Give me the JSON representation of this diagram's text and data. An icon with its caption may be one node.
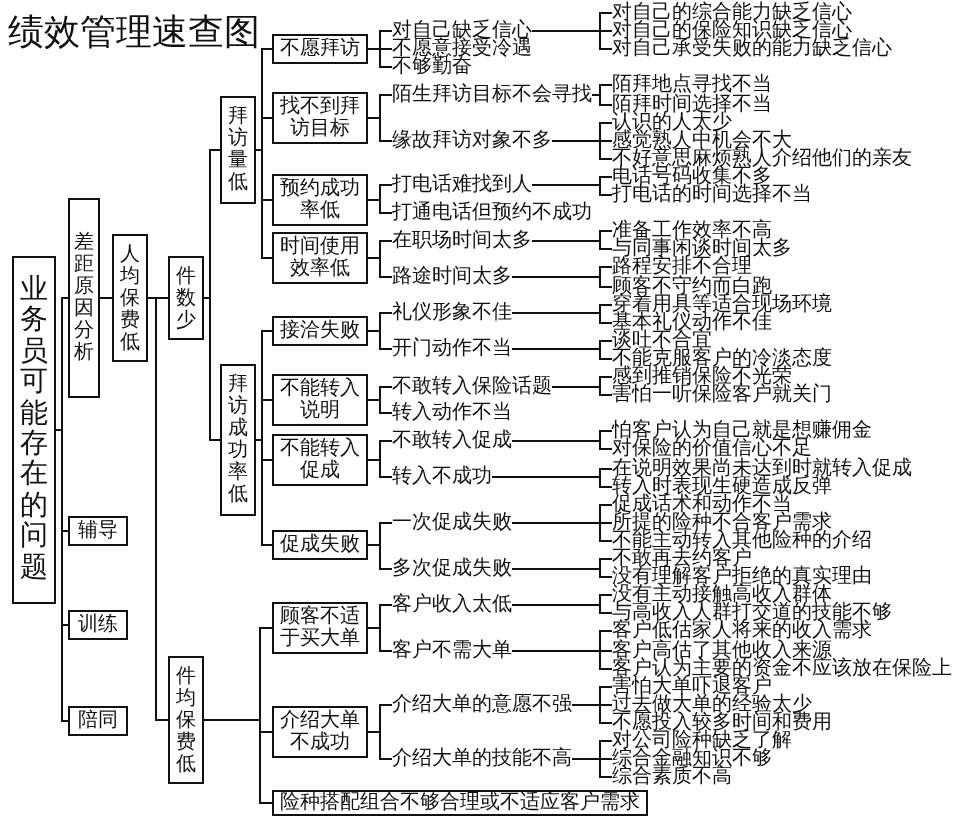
{
  "diagram": {
    "title": "绩效管理速查图",
    "nodes": [
      {
        "text": [
          "业务员可能存在的问题"
        ]
      },
      {
        "text": [
          "差距原因分析"
        ]
      },
      {
        "text": [
          "人均保费低"
        ]
      },
      {
        "text": [
          "件数少"
        ]
      },
      {
        "text": [
          "拜访量低"
        ]
      },
      {
        "text": [
          "不愿拜访"
        ]
      },
      {
        "text": [
          "对自己缺乏信心"
        ]
      },
      {
        "text": [
          "对自己的综合能力缺乏信心"
        ]
      },
      {
        "text": [
          "对自己的保险知识缺乏信心"
        ]
      },
      {
        "text": [
          "对自己承受失败的能力缺乏信心"
        ]
      },
      {
        "text": [
          "不愿意接受冷遇"
        ]
      },
      {
        "text": [
          "不够勤奋"
        ]
      },
      {
        "text": [
          "找不到拜访目标"
        ]
      },
      {
        "text": [
          "陌生拜访目标不会寻找"
        ]
      },
      {
        "text": [
          "陌拜地点寻找不当"
        ]
      },
      {
        "text": [
          "陌拜时间选择不当"
        ]
      },
      {
        "text": [
          "缘故拜访对象不多"
        ]
      },
      {
        "text": [
          "认识的人太少"
        ]
      },
      {
        "text": [
          "感觉熟人中机会不大"
        ]
      },
      {
        "text": [
          "不好意思麻烦熟人介绍他们的亲友"
        ]
      },
      {
        "text": [
          "预约成功率低"
        ]
      },
      {
        "text": [
          "打电话难找到人"
        ]
      },
      {
        "text": [
          "电话号码收集不多"
        ]
      },
      {
        "text": [
          "打电话的时间选择不当"
        ]
      },
      {
        "text": [
          "打通电话但预约不成功"
        ]
      },
      {
        "text": [
          "时间使用效率低"
        ]
      },
      {
        "text": [
          "在职场时间太多"
        ]
      },
      {
        "text": [
          "准备工作效率不高"
        ]
      },
      {
        "text": [
          "与同事闲谈时间太多"
        ]
      },
      {
        "text": [
          "路途时间太多"
        ]
      },
      {
        "text": [
          "路程安排不合理"
        ]
      },
      {
        "text": [
          "顾客不守约而白跑"
        ]
      },
      {
        "text": [
          "拜访成功率低"
        ]
      },
      {
        "text": [
          "接洽失败"
        ]
      },
      {
        "text": [
          "礼仪形象不佳"
        ]
      },
      {
        "text": [
          "穿着用具等适合现场环境"
        ]
      },
      {
        "text": [
          "基本礼仪动作不佳"
        ]
      },
      {
        "text": [
          "开门动作不当"
        ]
      },
      {
        "text": [
          "谈吐不合宜"
        ]
      },
      {
        "text": [
          "不能克服客户的冷淡态度"
        ]
      },
      {
        "text": [
          "不能转入说明"
        ]
      },
      {
        "text": [
          "不敢转入保险话题"
        ]
      },
      {
        "text": [
          "感到推销保险不光荣"
        ]
      },
      {
        "text": [
          "害怕一听保险客户就关门"
        ]
      },
      {
        "text": [
          "转入动作不当"
        ]
      },
      {
        "text": [
          "不能转入促成"
        ]
      },
      {
        "text": [
          "不敢转入促成"
        ]
      },
      {
        "text": [
          "怕客户认为自己就是想赚佣金"
        ]
      },
      {
        "text": [
          "对保险的价值信心不足"
        ]
      },
      {
        "text": [
          "转入不成功"
        ]
      },
      {
        "text": [
          "在说明效果尚未达到时就转入促成"
        ]
      },
      {
        "text": [
          "转入时表现生硬造成反弹"
        ]
      },
      {
        "text": [
          "促成失败"
        ]
      },
      {
        "text": [
          "一次促成失败"
        ]
      },
      {
        "text": [
          "促成话术和动作不当"
        ]
      },
      {
        "text": [
          "所提的险种不合客户需求"
        ]
      },
      {
        "text": [
          "不能主动转入其他险种的介绍"
        ]
      },
      {
        "text": [
          "多次促成失败"
        ]
      },
      {
        "text": [
          "不敢再去约客户"
        ]
      },
      {
        "text": [
          "没有理解客户拒绝的真实理由"
        ]
      },
      {
        "text": [
          "件均保费低"
        ]
      },
      {
        "text": [
          "顾客不适于买大单"
        ]
      },
      {
        "text": [
          "客户收入太低"
        ]
      },
      {
        "text": [
          "没有主动接触高收入群体"
        ]
      },
      {
        "text": [
          "与高收入人群打交道的技能不够"
        ]
      },
      {
        "text": [
          "客户不需大单"
        ]
      },
      {
        "text": [
          "客户低估家人将来的收入需求"
        ]
      },
      {
        "text": [
          "客户高估了其他收入来源"
        ]
      },
      {
        "text": [
          "客户认为主要的资金不应该放在保险上"
        ]
      },
      {
        "text": [
          "介绍大单不成功"
        ]
      },
      {
        "text": [
          "介绍大单的意愿不强"
        ]
      },
      {
        "text": [
          "害怕大单吓退客户"
        ]
      },
      {
        "text": [
          "过去做大单的经验太少"
        ]
      },
      {
        "text": [
          "不愿投入较多时间和费用"
        ]
      },
      {
        "text": [
          "介绍大单的技能不高"
        ]
      },
      {
        "text": [
          "对公司险种缺乏了解"
        ]
      },
      {
        "text": [
          "综合金融知识不够"
        ]
      },
      {
        "text": [
          "综合素质不高"
        ]
      },
      {
        "text": [
          "险种搭配组合不够合理或不适应客户需求"
        ]
      },
      {
        "text": [
          "辅导"
        ]
      },
      {
        "text": [
          "训练"
        ]
      },
      {
        "text": [
          "陪同"
        ]
      }
    ],
    "edges": [
      {
        "from": 0,
        "to": 1,
        "arrow": "none"
      },
      {
        "from": 0,
        "to": 79,
        "arrow": "none"
      },
      {
        "from": 0,
        "to": 80,
        "arrow": "none"
      },
      {
        "from": 0,
        "to": 81,
        "arrow": "none"
      },
      {
        "from": 1,
        "to": 2,
        "arrow": "none"
      },
      {
        "from": 2,
        "to": 3,
        "arrow": "none"
      },
      {
        "from": 2,
        "to": 60,
        "arrow": "none"
      },
      {
        "from": 3,
        "to": 4,
        "arrow": "none"
      },
      {
        "from": 3,
        "to": 32,
        "arrow": "none"
      },
      {
        "from": 4,
        "to": 5,
        "arrow": "none"
      },
      {
        "from": 4,
        "to": 12,
        "arrow": "none"
      },
      {
        "from": 4,
        "to": 20,
        "arrow": "none"
      },
      {
        "from": 4,
        "to": 25,
        "arrow": "none"
      },
      {
        "from": 5,
        "to": 6,
        "arrow": "none"
      },
      {
        "from": 5,
        "to": 10,
        "arrow": "none"
      },
      {
        "from": 5,
        "to": 11,
        "arrow": "none"
      },
      {
        "from": 6,
        "to": 7,
        "arrow": "none"
      },
      {
        "from": 6,
        "to": 8,
        "arrow": "none"
      },
      {
        "from": 6,
        "to": 9,
        "arrow": "none"
      },
      {
        "from": 12,
        "to": 13,
        "arrow": "none"
      },
      {
        "from": 12,
        "to": 16,
        "arrow": "none"
      },
      {
        "from": 13,
        "to": 14,
        "arrow": "none"
      },
      {
        "from": 13,
        "to": 15,
        "arrow": "none"
      },
      {
        "from": 16,
        "to": 17,
        "arrow": "none"
      },
      {
        "from": 16,
        "to": 18,
        "arrow": "none"
      },
      {
        "from": 16,
        "to": 19,
        "arrow": "none"
      },
      {
        "from": 20,
        "to": 21,
        "arrow": "none"
      },
      {
        "from": 20,
        "to": 24,
        "arrow": "none"
      },
      {
        "from": 21,
        "to": 22,
        "arrow": "none"
      },
      {
        "from": 21,
        "to": 23,
        "arrow": "none"
      },
      {
        "from": 25,
        "to": 26,
        "arrow": "none"
      },
      {
        "from": 25,
        "to": 29,
        "arrow": "none"
      },
      {
        "from": 26,
        "to": 27,
        "arrow": "none"
      },
      {
        "from": 26,
        "to": 28,
        "arrow": "none"
      },
      {
        "from": 29,
        "to": 30,
        "arrow": "none"
      },
      {
        "from": 29,
        "to": 31,
        "arrow": "none"
      },
      {
        "from": 32,
        "to": 33,
        "arrow": "none"
      },
      {
        "from": 32,
        "to": 40,
        "arrow": "none"
      },
      {
        "from": 32,
        "to": 45,
        "arrow": "none"
      },
      {
        "from": 32,
        "to": 52,
        "arrow": "none"
      },
      {
        "from": 33,
        "to": 34,
        "arrow": "none"
      },
      {
        "from": 33,
        "to": 37,
        "arrow": "none"
      },
      {
        "from": 34,
        "to": 35,
        "arrow": "none"
      },
      {
        "from": 34,
        "to": 36,
        "arrow": "none"
      },
      {
        "from": 37,
        "to": 38,
        "arrow": "none"
      },
      {
        "from": 37,
        "to": 39,
        "arrow": "none"
      },
      {
        "from": 40,
        "to": 41,
        "arrow": "none"
      },
      {
        "from": 40,
        "to": 44,
        "arrow": "none"
      },
      {
        "from": 41,
        "to": 42,
        "arrow": "none"
      },
      {
        "from": 41,
        "to": 43,
        "arrow": "none"
      },
      {
        "from": 45,
        "to": 46,
        "arrow": "none"
      },
      {
        "from": 45,
        "to": 49,
        "arrow": "none"
      },
      {
        "from": 46,
        "to": 47,
        "arrow": "none"
      },
      {
        "from": 46,
        "to": 48,
        "arrow": "none"
      },
      {
        "from": 49,
        "to": 50,
        "arrow": "none"
      },
      {
        "from": 49,
        "to": 51,
        "arrow": "none"
      },
      {
        "from": 52,
        "to": 53,
        "arrow": "none"
      },
      {
        "from": 52,
        "to": 57,
        "arrow": "none"
      },
      {
        "from": 53,
        "to": 54,
        "arrow": "none"
      },
      {
        "from": 53,
        "to": 55,
        "arrow": "none"
      },
      {
        "from": 53,
        "to": 56,
        "arrow": "none"
      },
      {
        "from": 57,
        "to": 58,
        "arrow": "none"
      },
      {
        "from": 57,
        "to": 59,
        "arrow": "none"
      },
      {
        "from": 60,
        "to": 61,
        "arrow": "none"
      },
      {
        "from": 60,
        "to": 69,
        "arrow": "none"
      },
      {
        "from": 60,
        "to": 78,
        "arrow": "none"
      },
      {
        "from": 61,
        "to": 62,
        "arrow": "none"
      },
      {
        "from": 61,
        "to": 65,
        "arrow": "none"
      },
      {
        "from": 62,
        "to": 63,
        "arrow": "none"
      },
      {
        "from": 62,
        "to": 64,
        "arrow": "none"
      },
      {
        "from": 65,
        "to": 66,
        "arrow": "none"
      },
      {
        "from": 65,
        "to": 67,
        "arrow": "none"
      },
      {
        "from": 65,
        "to": 68,
        "arrow": "none"
      },
      {
        "from": 69,
        "to": 70,
        "arrow": "none"
      },
      {
        "from": 69,
        "to": 74,
        "arrow": "none"
      },
      {
        "from": 70,
        "to": 71,
        "arrow": "none"
      },
      {
        "from": 70,
        "to": 72,
        "arrow": "none"
      },
      {
        "from": 70,
        "to": 73,
        "arrow": "none"
      },
      {
        "from": 74,
        "to": 75,
        "arrow": "none"
      },
      {
        "from": 74,
        "to": 76,
        "arrow": "none"
      },
      {
        "from": 74,
        "to": 77,
        "arrow": "none"
      }
    ]
  }
}
